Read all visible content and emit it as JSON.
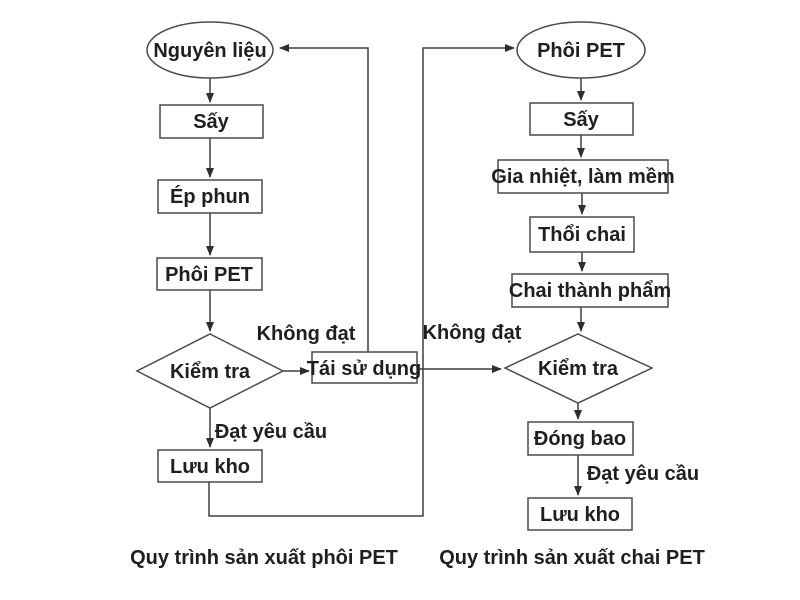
{
  "diagram": {
    "colors": {
      "background": "#ffffff",
      "line": "#3f3f3f",
      "shape_border": "#4a4a4a",
      "text": "#1f1f1f"
    },
    "left_chart": {
      "caption": "Quy trình sản xuất phôi PET",
      "start": "Nguyên liệu",
      "step_dry": "Sấy",
      "step_inject": "Ép phun",
      "step_preform": "Phôi PET",
      "decision": "Kiểm tra",
      "reuse": "Tái sử dụng",
      "store": "Lưu kho",
      "label_fail": "Không đạt",
      "label_pass": "Đạt yêu cầu"
    },
    "right_chart": {
      "caption": "Quy trình sản xuất chai PET",
      "start": "Phôi PET",
      "step_dry": "Sấy",
      "step_heat": "Gia nhiệt, làm mềm",
      "step_blow": "Thổi chai",
      "step_bottle": "Chai thành phẩm",
      "decision": "Kiểm tra",
      "pack": "Đóng bao",
      "store": "Lưu kho",
      "label_fail": "Không đạt",
      "label_pass": "Đạt yêu cầu"
    }
  }
}
